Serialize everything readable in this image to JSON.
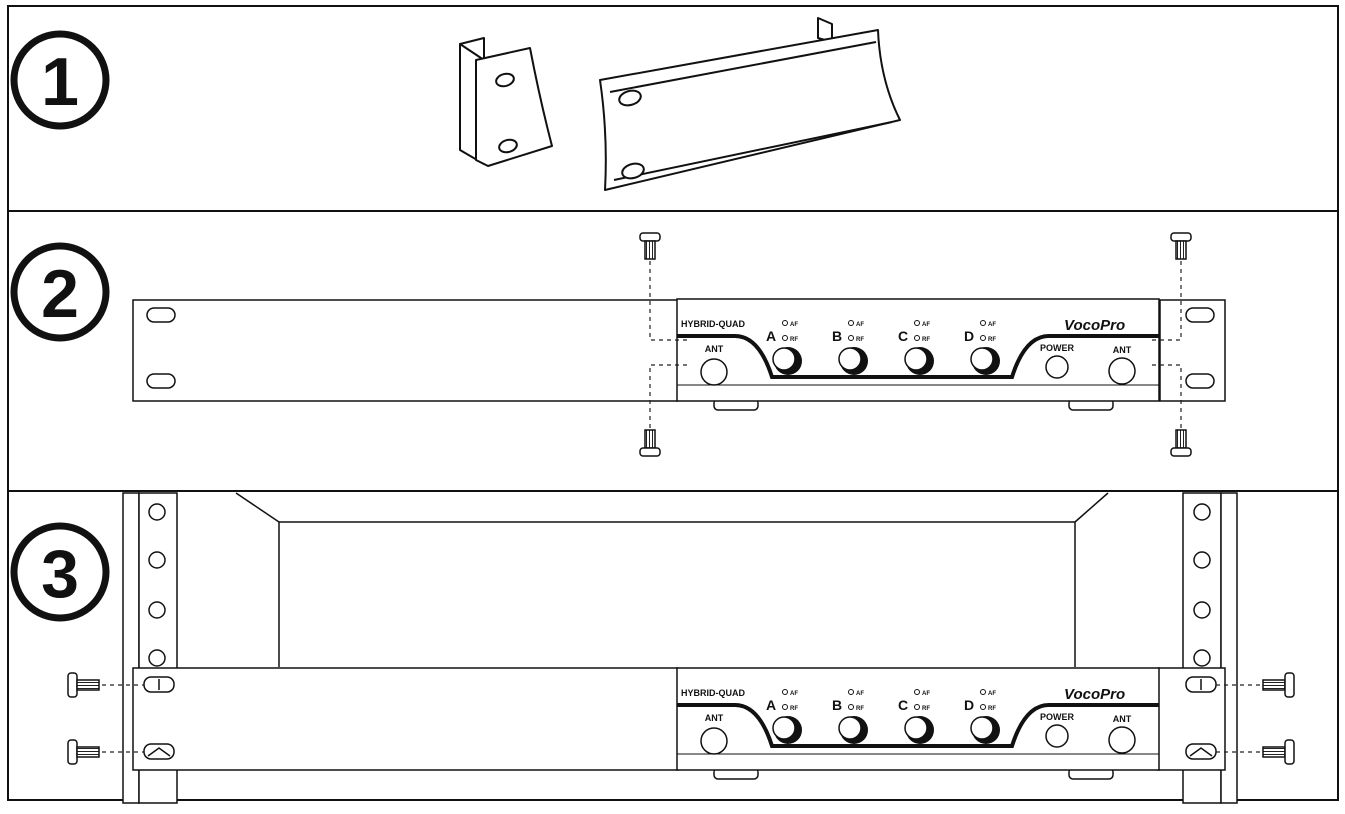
{
  "steps": [
    {
      "number": "1"
    },
    {
      "number": "2"
    },
    {
      "number": "3"
    }
  ],
  "receiver": {
    "model": "HYBRID-QUAD",
    "brand": "VocoPro",
    "ant_label": "ANT",
    "power_label": "POWER",
    "af_label": "AF",
    "rf_label": "RF",
    "channels": [
      "A",
      "B",
      "C",
      "D"
    ]
  }
}
